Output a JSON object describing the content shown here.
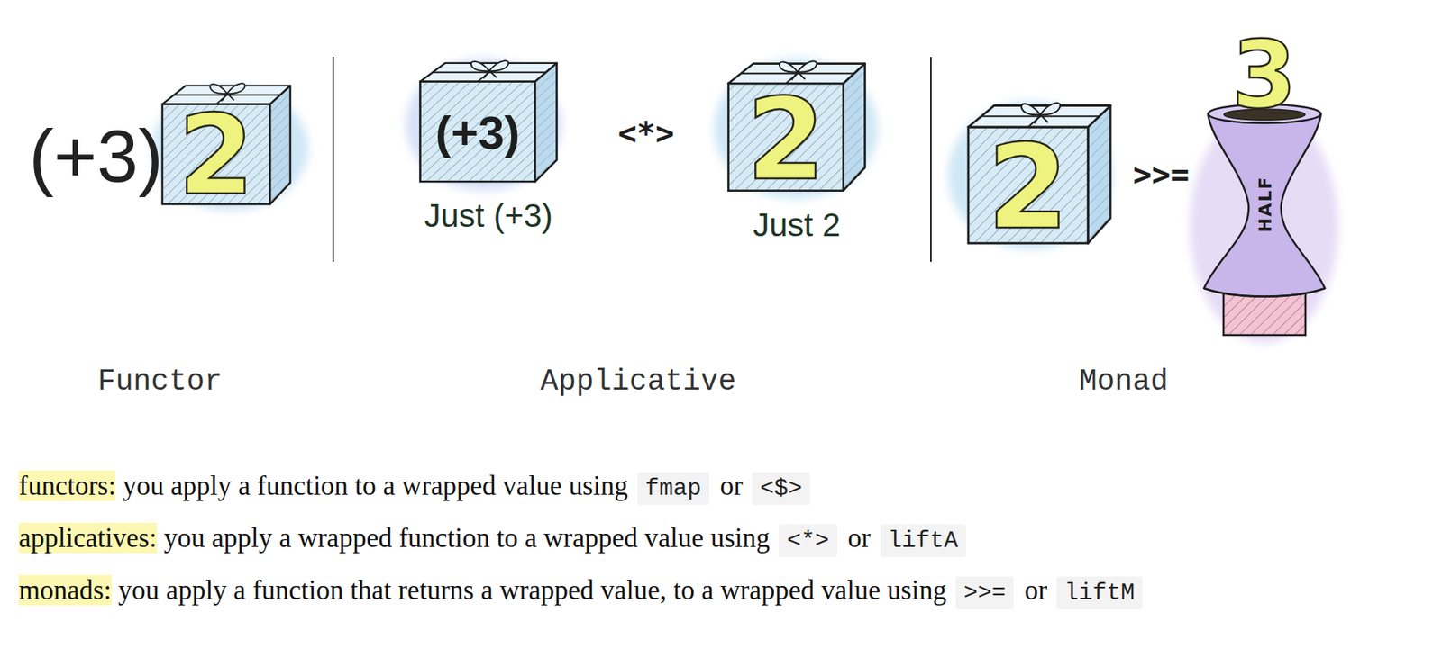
{
  "diagram": {
    "nodes": [
      {
        "text": [
          "2"
        ]
      },
      {
        "text": [
          "(+3)",
          "Just (+3)"
        ]
      },
      {
        "text": [
          "2",
          "Just 2"
        ]
      },
      {
        "text": [
          "2"
        ]
      },
      {
        "text": [
          "HALF"
        ]
      }
    ],
    "labels": [
      "(+3)",
      "<*>",
      ">>=",
      "3",
      "Functor",
      "Applicative",
      "Monad",
      "functors:",
      "you apply a function to a wrapped value using",
      "fmap",
      "or",
      "<$>",
      "applicatives:",
      "you apply a wrapped function to a wrapped value using",
      "<*>",
      "or",
      "liftA",
      "monads:",
      "you apply a function that returns a wrapped value, to a wrapped value using",
      ">>=",
      "or",
      "liftM"
    ]
  }
}
